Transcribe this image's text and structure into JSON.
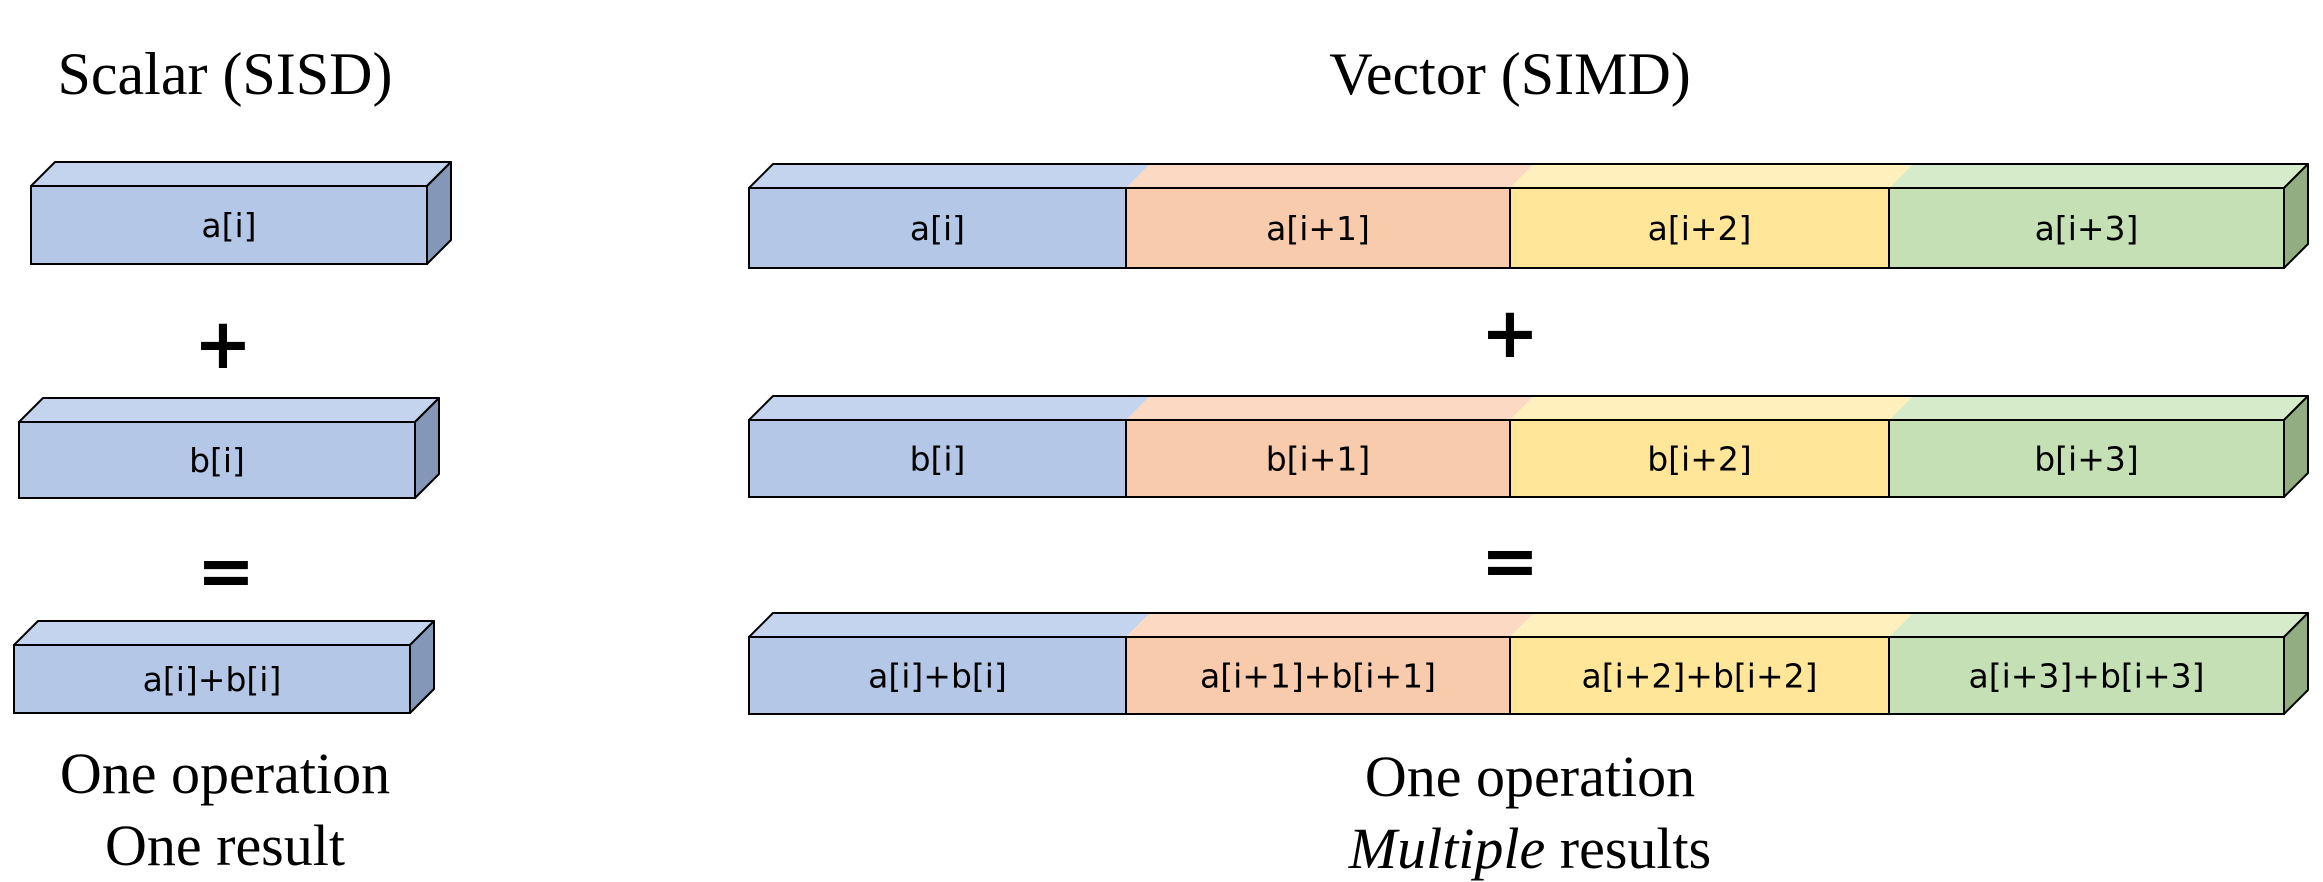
{
  "scalar": {
    "title": "Scalar (SISD)",
    "operands": [
      "a[i]",
      "b[i]",
      "a[i]+b[i]"
    ],
    "plus": "+",
    "equals": "=",
    "caption_line1": "One operation",
    "caption_line2": "One result"
  },
  "vector": {
    "title": "Vector (SIMD)",
    "rows": [
      [
        "a[i]",
        "a[i+1]",
        "a[i+2]",
        "a[i+3]"
      ],
      [
        "b[i]",
        "b[i+1]",
        "b[i+2]",
        "b[i+3]"
      ],
      [
        "a[i]+b[i]",
        "a[i+1]+b[i+1]",
        "a[i+2]+b[i+2]",
        "a[i+3]+b[i+3]"
      ]
    ],
    "plus": "+",
    "equals": "=",
    "caption_line1": "One operation",
    "caption_line2_italic": "Multiple",
    "caption_line2_rest": " results"
  },
  "colors": {
    "lane1": {
      "front": "#b4c7e7",
      "top": "#c5d4ee",
      "side": "#8497b8"
    },
    "lane2": {
      "front": "#f8cbad",
      "top": "#fbd9c3",
      "side": "#c9a187"
    },
    "lane3": {
      "front": "#ffe699",
      "top": "#fff0bd",
      "side": "#cfb86d"
    },
    "lane4": {
      "front": "#c5e0b4",
      "top": "#d6ebc9",
      "side": "#93ad82"
    },
    "outline": "#000000"
  }
}
